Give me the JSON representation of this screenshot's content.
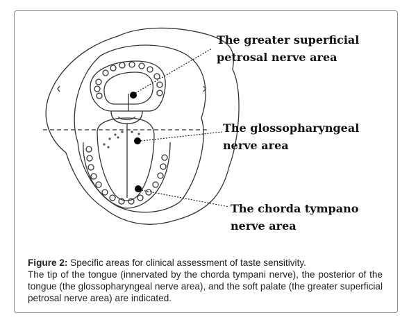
{
  "labels": {
    "petrosal": "The greater superficial petrosal nerve area",
    "glosso": "The glossopharyngeal nerve area",
    "chorda": "The chorda tympano nerve area"
  },
  "caption": {
    "figure_label": "Figure 2:",
    "title_text": " Specific areas for clinical assessment of taste sensitivity.",
    "body": "The tip of the tongue (innervated by the chorda tympani nerve), the posterior of the tongue (the glossopharyngeal nerve area), and the soft palate (the greater superficial petrosal nerve area) are indicated."
  },
  "colors": {
    "ink": "#222222",
    "frame": "#8a8a8a"
  }
}
